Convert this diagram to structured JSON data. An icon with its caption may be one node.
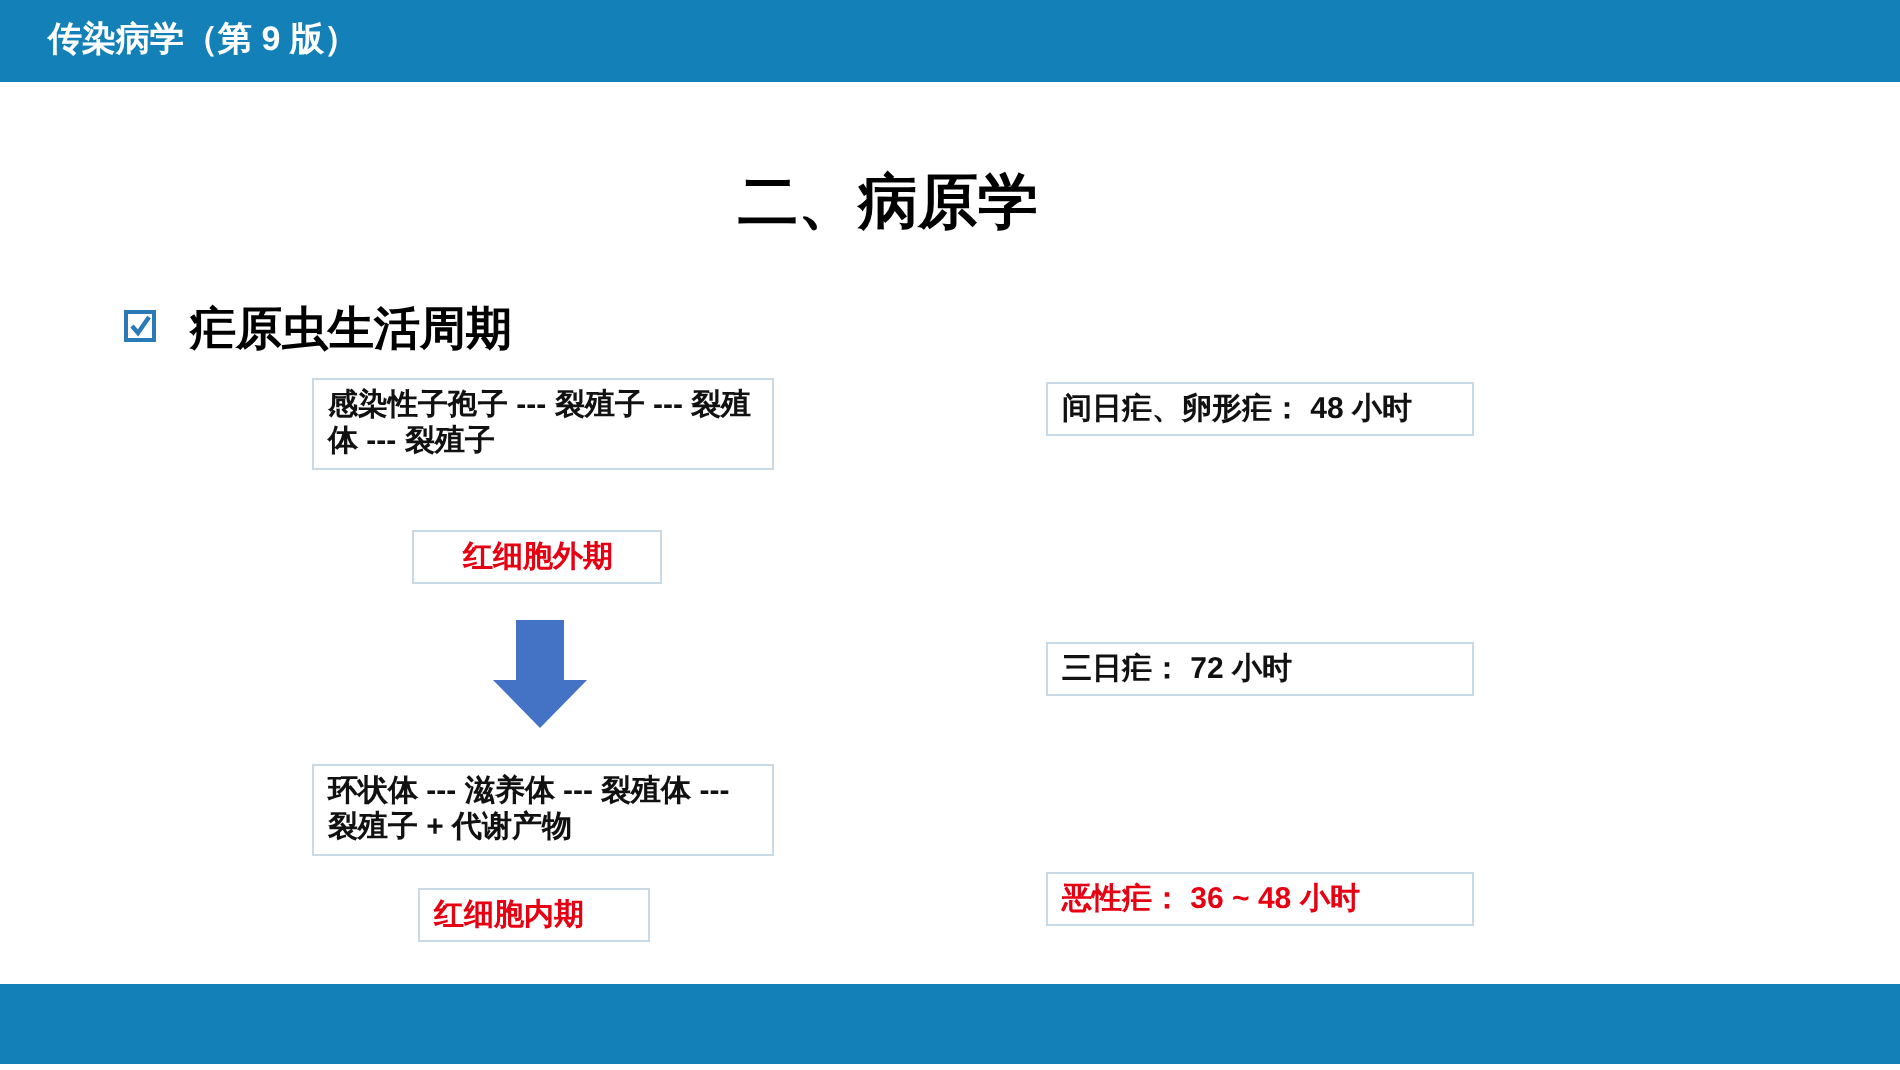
{
  "diagram": {
    "title": "二、病原学",
    "nodes": [
      {
        "text": [
          "感染性子孢子 --- 裂殖子 --- 裂殖体 --- 裂殖子"
        ]
      },
      {
        "text": [
          "红细胞外期"
        ]
      },
      {
        "text": [
          "环状体 --- 滋养体 --- 裂殖体 --- 裂殖子 + 代谢产物"
        ]
      },
      {
        "text": [
          "红细胞内期"
        ]
      },
      {
        "text": [
          "间日疟、卵形疟： 48 小时"
        ]
      },
      {
        "text": [
          "三日疟： 72 小时"
        ]
      },
      {
        "text": [
          "恶性疟： 36 ~ 48 小时"
        ]
      }
    ],
    "edges": [
      {
        "from": 1,
        "to": 2,
        "arrow": "to"
      }
    ],
    "labels": [
      "传染病学（第 9 版）",
      "疟原虫生活周期"
    ]
  }
}
